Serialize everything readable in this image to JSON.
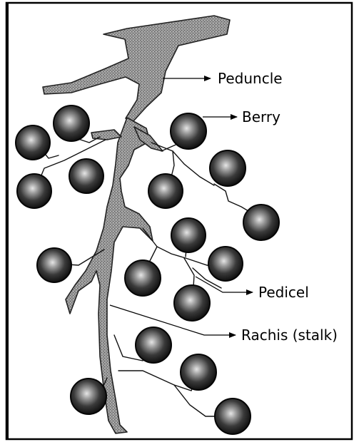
{
  "labels": {
    "peduncle": "Peduncle",
    "berry": "Berry",
    "pedicel": "Pedicel",
    "rachis": "Rachis (stalk)"
  },
  "colors": {
    "border": "#000000",
    "stalk_fill": "#8c8c8c",
    "stalk_stroke": "#1a1a1a",
    "berry_dark": "#111111",
    "berry_light": "#d8d8d8"
  }
}
